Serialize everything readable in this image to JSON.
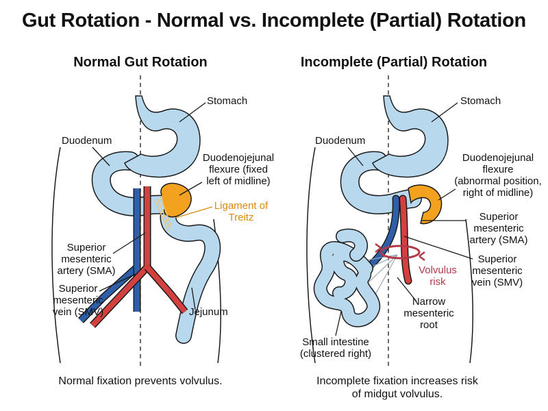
{
  "title": "Gut Rotation - Normal vs. Incomplete (Partial) Rotation",
  "left": {
    "heading": "Normal Gut Rotation",
    "stomach": "Stomach",
    "duodenum": "Duodenum",
    "dj_flexure": [
      "Duodenojejunal",
      "flexure (fixed",
      "left of midline)"
    ],
    "ligament": [
      "Ligament of",
      "Treitz"
    ],
    "sma": [
      "Superior",
      "mesenteric",
      "artery (SMA)"
    ],
    "smv": [
      "Superior",
      "mesenteric",
      "vein (SMV)"
    ],
    "jejunum": "Jejunum",
    "caption": "Normal fixation prevents volvulus."
  },
  "right": {
    "heading": "Incomplete (Partial) Rotation",
    "stomach": "Stomach",
    "duodenum": "Duodenum",
    "dj_flexure": [
      "Duodenojejunal",
      "flexure",
      "(abnormal position,",
      "right of midline)"
    ],
    "sma": [
      "Superior",
      "mesenteric",
      "artery (SMA)"
    ],
    "smv": [
      "Superior",
      "mesenteric",
      "vein (SMV)"
    ],
    "volvulus": [
      "Volvulus",
      "risk"
    ],
    "root": [
      "Narrow",
      "mesenteric",
      "root"
    ],
    "small_intestine": [
      "Small intestine",
      "(clustered right)"
    ],
    "caption": [
      "Incomplete fixation increases risk",
      "of midgut volvulus."
    ]
  },
  "colors": {
    "gut_fill": "#b8d8ee",
    "outline": "#1a1a1a",
    "artery": "#d2403f",
    "vein": "#2e5fa8",
    "flexure": "#f2a21e",
    "ligament_text": "#d98a12",
    "volvulus": "#b23a48"
  }
}
